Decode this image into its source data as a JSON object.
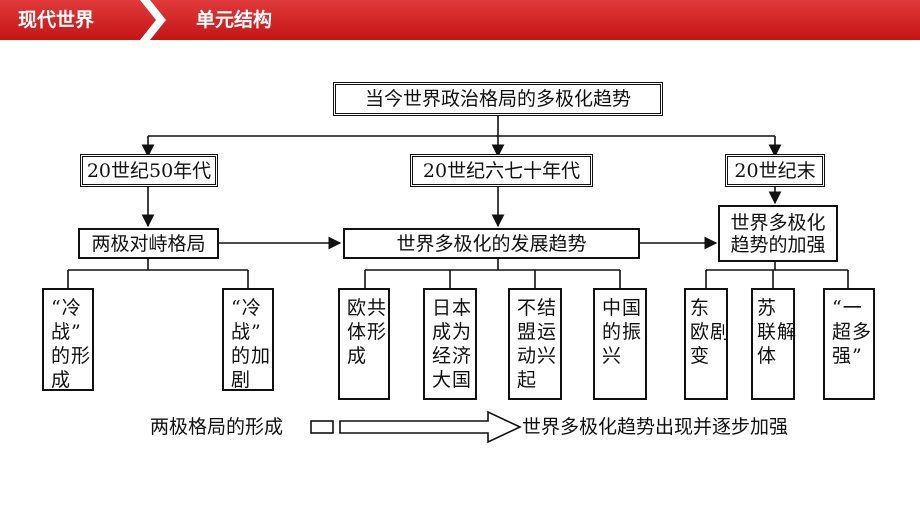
{
  "header": {
    "section": "现代世界",
    "unit": "单元结构",
    "color": "#d11f1f"
  },
  "diagram": {
    "title": "当今世界政治格局的多极化趋势",
    "periods": [
      "20世纪50年代",
      "20世纪六七十年代",
      "20世纪末"
    ],
    "stages": [
      "两极对峙格局",
      "世界多极化的发展趋势",
      "世界多极化趋势的加强"
    ],
    "stage3_lines": [
      "世界多极化",
      "趋势的加强"
    ],
    "stage1_items": [
      [
        "“冷",
        "战”",
        "的形",
        "成"
      ],
      [
        "“冷",
        "战”",
        "的加",
        "剧"
      ]
    ],
    "stage2_items": [
      [
        "欧共",
        "体形",
        "成"
      ],
      [
        "日本",
        "成为",
        "经济",
        "大国"
      ],
      [
        "不结",
        "盟运",
        "动兴",
        "起"
      ],
      [
        "中国",
        "的振",
        "兴"
      ]
    ],
    "stage3_items": [
      [
        "东",
        "欧剧",
        "变"
      ],
      [
        "苏",
        "联解",
        "体"
      ],
      [
        "“一",
        "超多",
        "强”"
      ]
    ],
    "trend_from": "两极格局的形成",
    "trend_to": "世界多极化趋势出现并逐步加强"
  }
}
